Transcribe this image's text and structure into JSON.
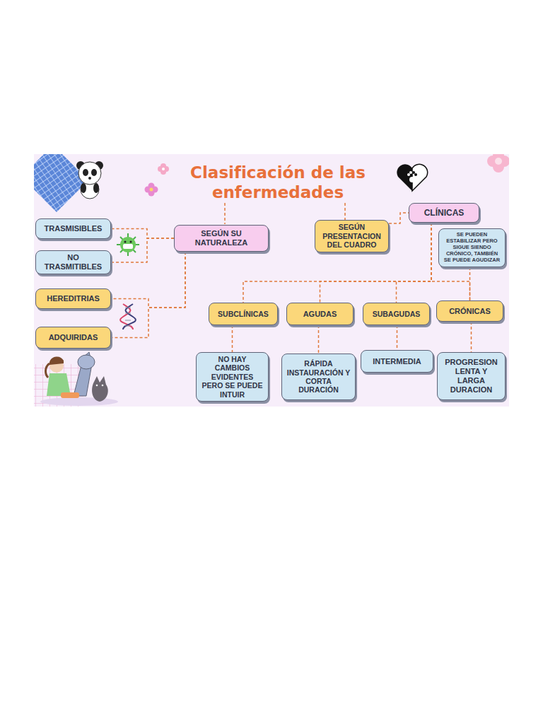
{
  "diagram": {
    "title": "Clasificación de las enfermedades",
    "nodes": [
      {
        "text": [
          "SEGÚN SU NATURALEZA"
        ]
      },
      {
        "text": [
          "TRASMISIBLES"
        ]
      },
      {
        "text": [
          "NO TRASMITIBLES"
        ]
      },
      {
        "text": [
          "HEREDITRIAS"
        ]
      },
      {
        "text": [
          "ADQUIRIDAS"
        ]
      },
      {
        "text": [
          "SEGÚN PRESENTACION DEL CUADRO"
        ]
      },
      {
        "text": [
          "CLÍNICAS"
        ]
      },
      {
        "text": [
          "SE PUEDEN ESTABILIZAR PERO SIGUE SIENDO CRÓNICO, TAMBIÉN SE PUEDE AGUDIZAR"
        ]
      },
      {
        "text": [
          "SUBCLÍNICAS"
        ]
      },
      {
        "text": [
          "AGUDAS"
        ]
      },
      {
        "text": [
          "SUBAGUDAS"
        ]
      },
      {
        "text": [
          "CRÓNICAS"
        ]
      },
      {
        "text": [
          "NO HAY CAMBIOS EVIDENTES PERO SE PUEDE INTUIR"
        ]
      },
      {
        "text": [
          "RÁPIDA INSTAURACIÓN Y CORTA DURACIÓN"
        ]
      },
      {
        "text": [
          "INTERMEDIA"
        ]
      },
      {
        "text": [
          "PROGRESION LENTA Y LARGA DURACION"
        ]
      }
    ],
    "edges": [
      {
        "from": 0,
        "to": 1,
        "arrow": "none"
      },
      {
        "from": 0,
        "to": 2,
        "arrow": "none"
      },
      {
        "from": 0,
        "to": 3,
        "arrow": "none"
      },
      {
        "from": 0,
        "to": 4,
        "arrow": "none"
      },
      {
        "from": 5,
        "to": 6,
        "arrow": "none"
      },
      {
        "from": 6,
        "to": 8,
        "arrow": "none"
      },
      {
        "from": 6,
        "to": 9,
        "arrow": "none"
      },
      {
        "from": 6,
        "to": 10,
        "arrow": "none"
      },
      {
        "from": 6,
        "to": 11,
        "arrow": "none"
      },
      {
        "from": 7,
        "to": 11,
        "arrow": "none"
      },
      {
        "from": 8,
        "to": 12,
        "arrow": "none"
      },
      {
        "from": 9,
        "to": 13,
        "arrow": "none"
      },
      {
        "from": 10,
        "to": 14,
        "arrow": "none"
      },
      {
        "from": 11,
        "to": 15,
        "arrow": "none"
      }
    ]
  }
}
